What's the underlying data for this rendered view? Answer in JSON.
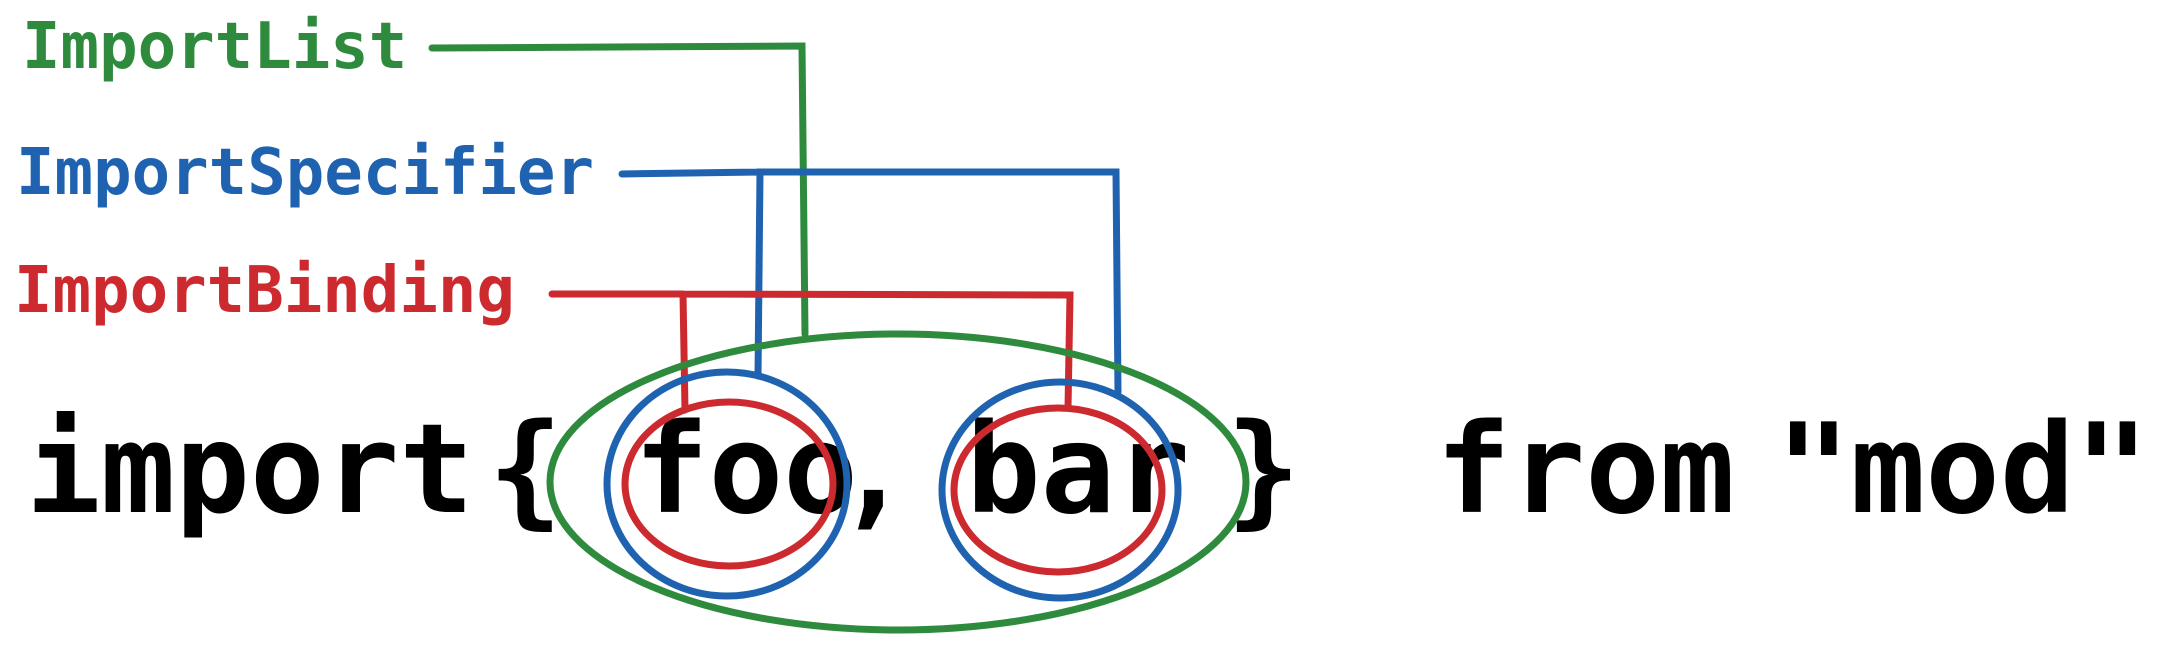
{
  "labels": {
    "import_list": "ImportList",
    "import_specifier": "ImportSpecifier",
    "import_binding": "ImportBinding"
  },
  "code": {
    "keyword_import": "import",
    "open_brace": "{",
    "name_foo": "foo",
    "comma": ",",
    "name_bar": "bar",
    "close_brace": "}",
    "keyword_from": "from",
    "module_string": "\"mod\";"
  },
  "colors": {
    "import_list": "#2e8b3e",
    "import_specifier": "#1f63b0",
    "import_binding": "#cc2a2e",
    "code_text": "#000000"
  }
}
